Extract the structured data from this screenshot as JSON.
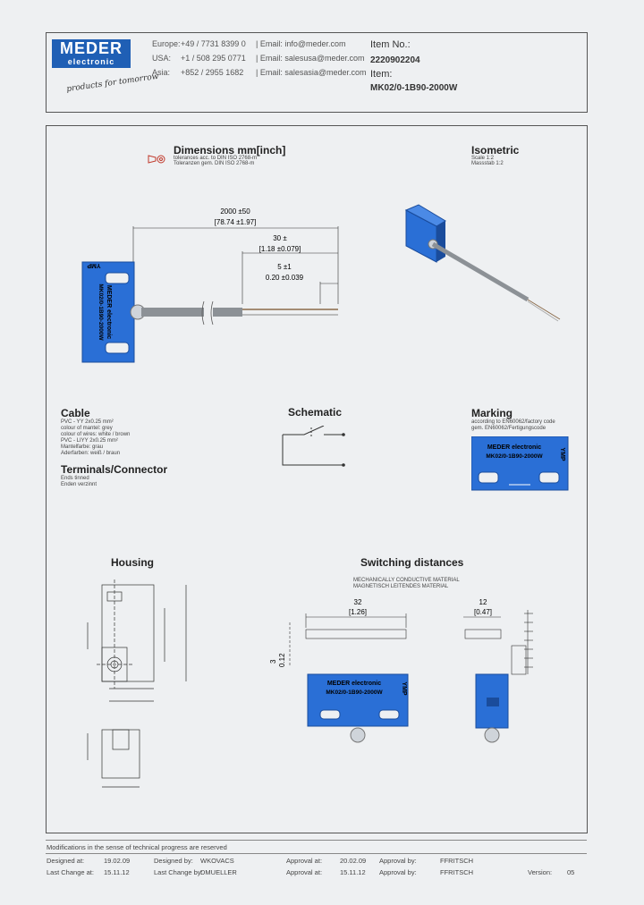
{
  "header": {
    "brand_line1": "MEDER",
    "brand_line2": "electronic",
    "slogan": "products for tomorrow",
    "contacts": [
      {
        "region": "Europe:",
        "phone": "+49 / 7731 8399 0",
        "email": "| Email: info@meder.com"
      },
      {
        "region": "USA:",
        "phone": "+1 / 508 295 0771",
        "email": "| Email: salesusa@meder.com"
      },
      {
        "region": "Asia:",
        "phone": "+852 / 2955 1682",
        "email": "| Email: salesasia@meder.com"
      }
    ],
    "item_no_label": "Item No.:",
    "item_no_value": "2220902204",
    "item_label": "Item:",
    "item_value": "MK02/0-1B90-2000W"
  },
  "dimensions": {
    "title": "Dimensions mm[inch]",
    "line1": "tolerances acc. to DIN ISO 2768-m",
    "line2": "Toleranzen gem. DIN ISO 2768-m",
    "d_total": "2000 ±50",
    "d_total_in": "[78.74 ±1.97]",
    "d_30": "30 ±",
    "d_30_in": "[1.18 ±0.079]",
    "d_5": "5 ±1",
    "d_5_in": "0.20 ±0.039",
    "sensor_brand": "MEDER electronic",
    "sensor_part": "MK02/0-1B90-2000W",
    "sensor_code": "YMP"
  },
  "isometric": {
    "title": "Isometric",
    "line1": "Scale 1:2",
    "line2": "Massstab 1:2"
  },
  "cable": {
    "title": "Cable",
    "lines": [
      "PVC - YY 2x0.25 mm²",
      "colour of mantel: grey",
      "colour of wires: white / brown",
      "PVC - LIYY 2x0.25 mm²",
      "Mantelfarbe: grau",
      "Aderfarben: weiß / braun"
    ]
  },
  "terminals": {
    "title": "Terminals/Connector",
    "lines": [
      "Ends tinned",
      "Enden verzinnt"
    ]
  },
  "schematic": {
    "title": "Schematic"
  },
  "marking": {
    "title": "Marking",
    "line1": "according to EN60062/factory code",
    "line2": "gem. EN60062/Fertigungscode",
    "brand": "MEDER electronic",
    "part": "MK02/0-1B90-2000W",
    "code": "YMP"
  },
  "housing": {
    "title": "Housing"
  },
  "switching": {
    "title": "Switching distances",
    "line1": "MECHANICALLY CONDUCTIVE MATERIAL",
    "line2": "MAGNETISCH LEITENDES MATERIAL",
    "w32": "32",
    "w32_in": "[1.26]",
    "w12": "12",
    "w12_in": "[0.47]",
    "gap": "3",
    "gap_in": "0.12",
    "brand": "MEDER electronic",
    "part": "MK02/0-1B90-2000W",
    "code": "YMP"
  },
  "footer": {
    "note": "Modifications in the sense of technical progress are reserved",
    "designed_label": "Designed at:",
    "designed_date": "19.02.09",
    "designed_by_label": "Designed by:",
    "designed_by": "WKOVACS",
    "approval1_label": "Approval at:",
    "approval1_date": "20.02.09",
    "approval1_by_label": "Approval by:",
    "approval1_by": "FFRITSCH",
    "lastchange_label": "Last Change at:",
    "lastchange_date": "15.11.12",
    "lastchange_by_label": "Last Change by:",
    "lastchange_by": "DMUELLER",
    "approval2_label": "Approval at:",
    "approval2_date": "15.11.12",
    "approval2_by_label": "Approval by:",
    "approval2_by": "FFRITSCH",
    "version_label": "Version:",
    "version": "05"
  }
}
